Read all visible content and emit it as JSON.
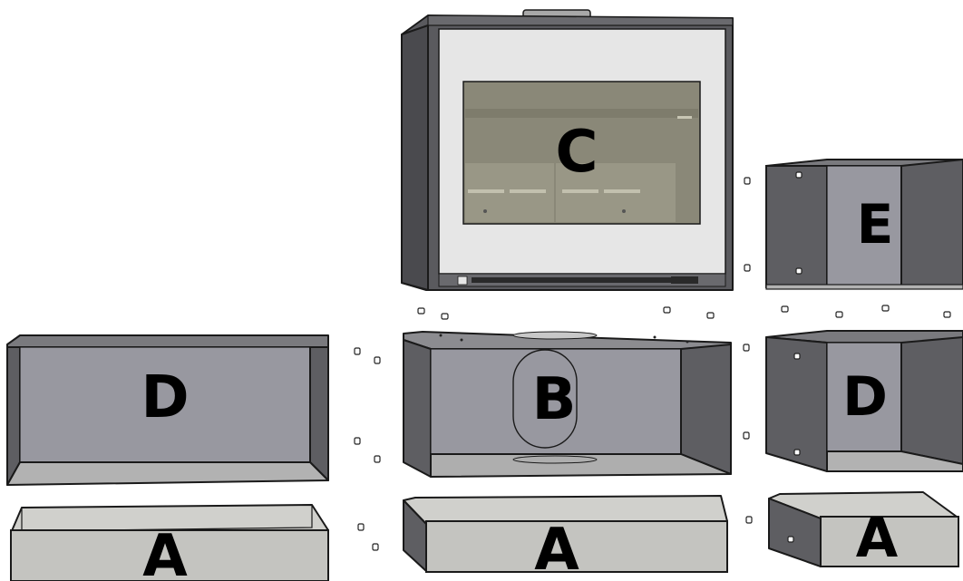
{
  "modules": {
    "stove": {
      "label": "C"
    },
    "center_box": {
      "label": "B"
    },
    "left_box": {
      "label": "D"
    },
    "right_top": {
      "label": "E"
    },
    "right_mid": {
      "label": "D"
    },
    "left_base": {
      "label": "A"
    },
    "center_base": {
      "label": "A"
    },
    "right_base": {
      "label": "A"
    }
  },
  "colors": {
    "dark_panel": "#5e5e62",
    "inner_panel": "#9898a0",
    "light_panel": "#c4c4c0",
    "frame_white": "#e6e6e6",
    "glass": "#8a8878",
    "outline": "#1a1a1a"
  }
}
